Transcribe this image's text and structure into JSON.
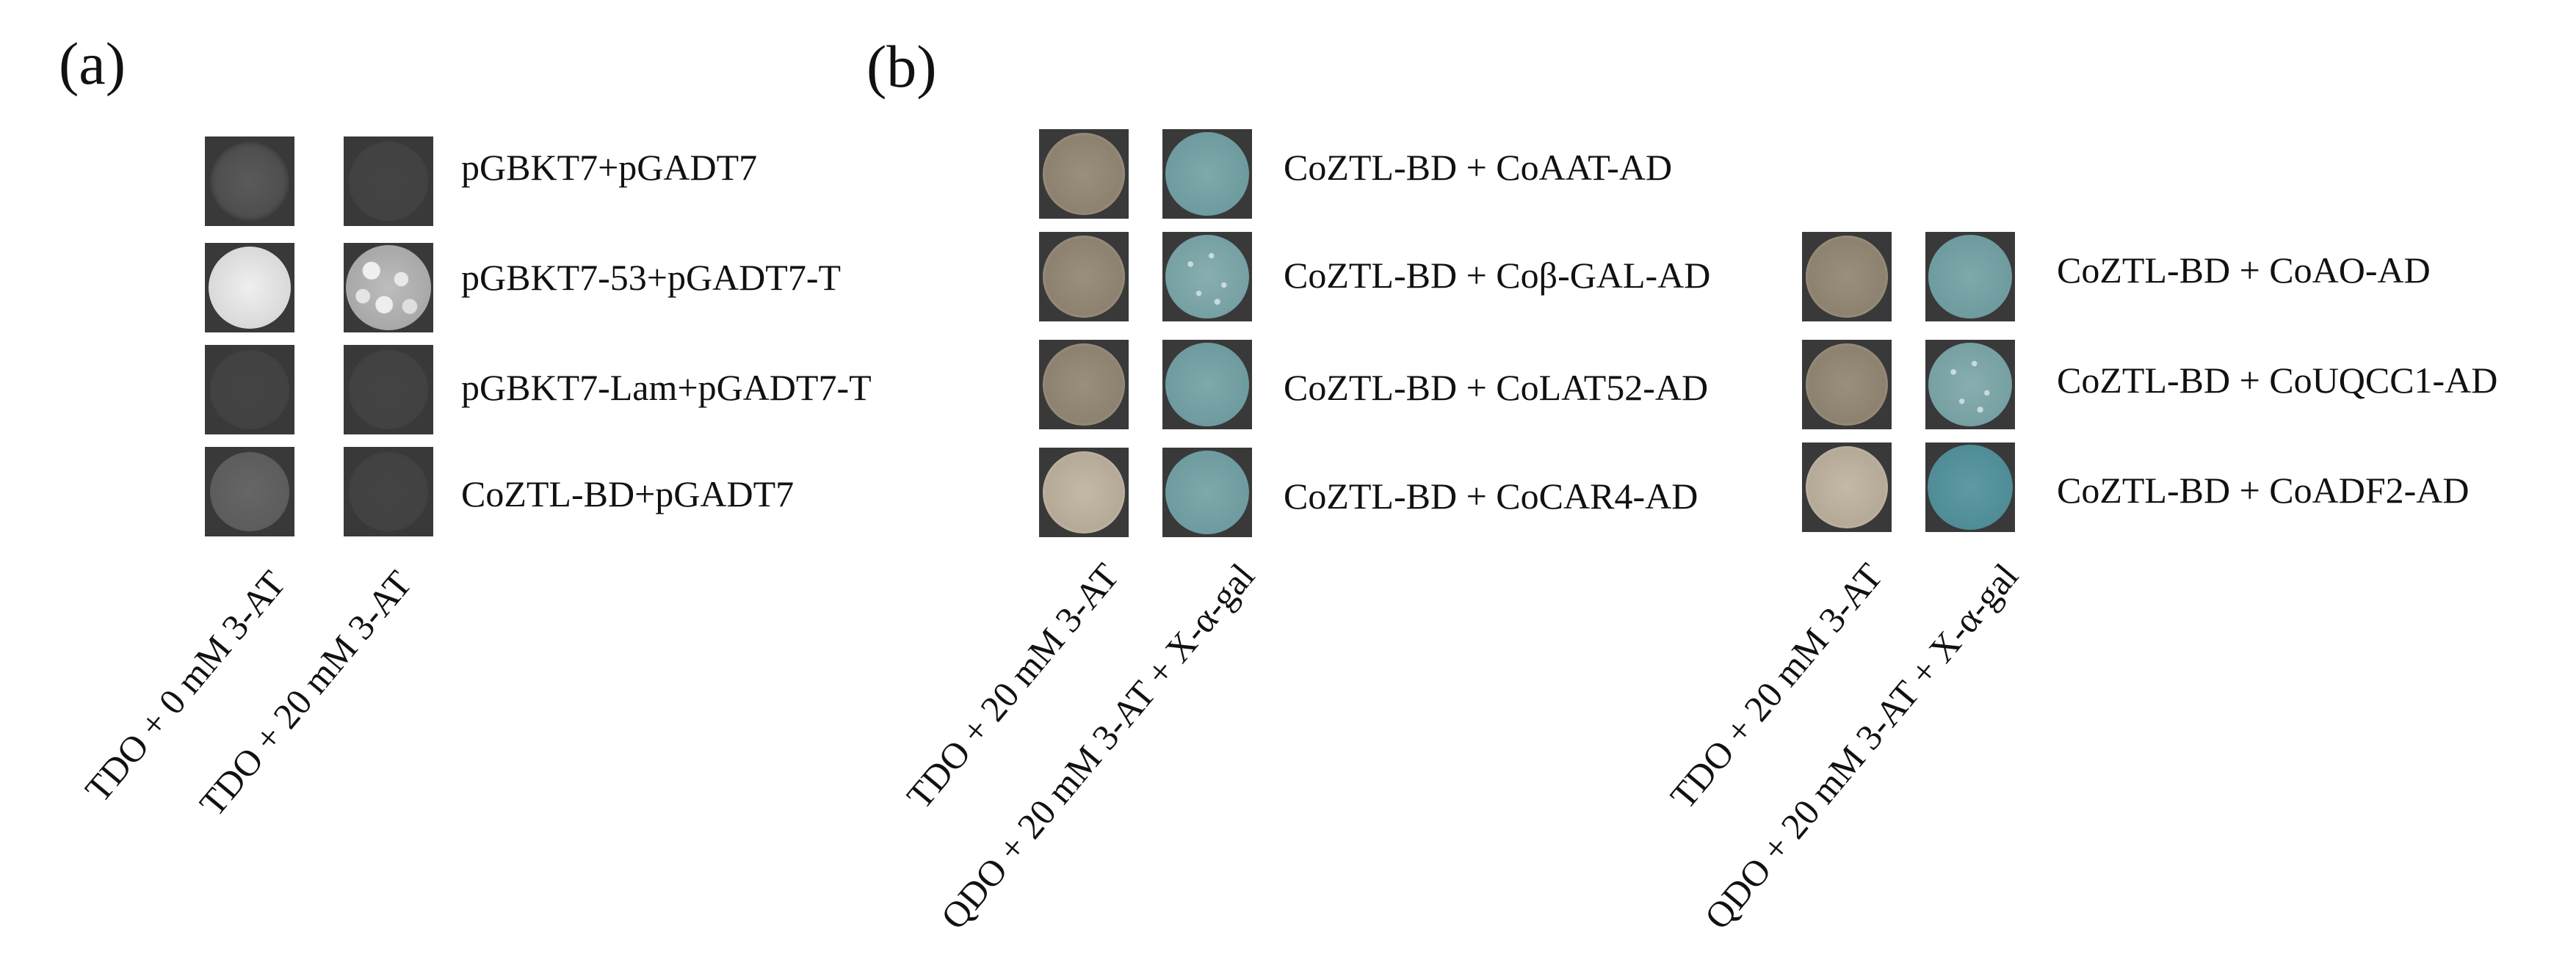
{
  "panel_a": {
    "label": "(a)",
    "rows": [
      {
        "label": "pGBKT7+pGADT7",
        "growth": [
          "faint",
          "none"
        ]
      },
      {
        "label": "pGBKT7-53+pGADT7-T",
        "growth": [
          "strong",
          "strong-wrinkled"
        ]
      },
      {
        "label": "pGBKT7-Lam+pGADT7-T",
        "growth": [
          "none",
          "none"
        ]
      },
      {
        "label": "CoZTL-BD+pGADT7",
        "growth": [
          "faint",
          "none"
        ]
      }
    ],
    "columns": [
      "TDO + 0 mM 3-AT",
      "TDO + 20 mM 3-AT"
    ]
  },
  "panel_b": {
    "label": "(b)",
    "left": {
      "rows": [
        {
          "label": "CoZTL-BD + CoAAT-AD"
        },
        {
          "label": "CoZTL-BD + Coβ-GAL-AD"
        },
        {
          "label": "CoZTL-BD + CoLAT52-AD"
        },
        {
          "label": "CoZTL-BD + CoCAR4-AD"
        }
      ],
      "columns": [
        "TDO + 20 mM 3-AT",
        "QDO + 20 mM 3-AT + X-α-gal"
      ]
    },
    "right": {
      "rows": [
        {
          "label": "CoZTL-BD + CoAO-AD"
        },
        {
          "label": "CoZTL-BD + CoUQCC1-AD"
        },
        {
          "label": "CoZTL-BD + CoADF2-AD"
        }
      ],
      "columns": [
        "TDO + 20 mM 3-AT",
        "QDO + 20 mM 3-AT + X-α-gal"
      ]
    },
    "colony_colors": {
      "tdo": "#8d826f",
      "qdo": "#6e9b9f"
    }
  }
}
